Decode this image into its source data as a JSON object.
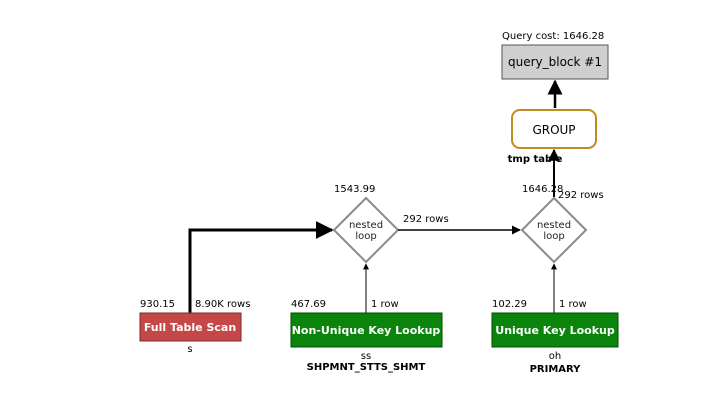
{
  "colors": {
    "full_scan": "#c54848",
    "key_lookup": "#0b840b",
    "group_border": "#c28a1f",
    "query_block_fill": "#cfcfcf",
    "diamond_stroke": "#8a8a8a"
  },
  "query_block": {
    "cost_label": "Query cost: 1646.28",
    "label": "query_block #1"
  },
  "group": {
    "label": "GROUP",
    "annotation": "tmp table"
  },
  "nested_loop_1": {
    "label_line1": "nested",
    "label_line2": "loop",
    "cost": "1543.99",
    "rows": "292 rows"
  },
  "nested_loop_2": {
    "label_line1": "nested",
    "label_line2": "loop",
    "cost": "1646.28",
    "rows": "292 rows"
  },
  "full_table_scan": {
    "label": "Full Table Scan",
    "cost": "930.15",
    "rows": "8.90K rows",
    "table": "s"
  },
  "non_unique_lookup": {
    "label": "Non-Unique Key Lookup",
    "cost": "467.69",
    "rows": "1 row",
    "table": "ss",
    "key": "SHPMNT_STTS_SHMT"
  },
  "unique_lookup": {
    "label": "Unique Key Lookup",
    "cost": "102.29",
    "rows": "1 row",
    "table": "oh",
    "key": "PRIMARY"
  }
}
